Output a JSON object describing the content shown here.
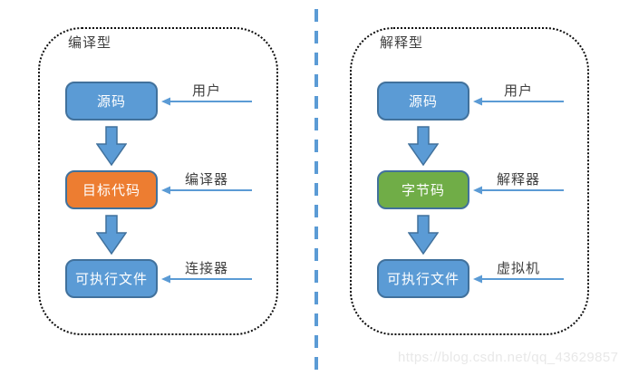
{
  "watermark": "https://blog.csdn.net/qq_43629857",
  "colors": {
    "node_blue": "#5B9BD5",
    "node_orange": "#ED7D31",
    "node_green": "#70AD47",
    "node_border": "#41719C",
    "arrow_blue": "#5B9BD5",
    "divider_blue": "#5B9BD5",
    "panel_border": "#0d0d0d",
    "label_text": "#3f3f3f",
    "watermark_gray": "#e8e8e8"
  },
  "icons": {
    "down_arrow": "block-arrow-down",
    "input_arrow": "arrow-left"
  },
  "diagrams": [
    {
      "id": "compiled",
      "title": "编译型",
      "steps": [
        {
          "box": "源码",
          "box_color": "#5B9BD5",
          "input_label": "用户"
        },
        {
          "box": "目标代码",
          "box_color": "#ED7D31",
          "input_label": "编译器"
        },
        {
          "box": "可执行文件",
          "box_color": "#5B9BD5",
          "input_label": "连接器"
        }
      ]
    },
    {
      "id": "interpreted",
      "title": "解释型",
      "steps": [
        {
          "box": "源码",
          "box_color": "#5B9BD5",
          "input_label": "用户"
        },
        {
          "box": "字节码",
          "box_color": "#70AD47",
          "input_label": "解释器"
        },
        {
          "box": "可执行文件",
          "box_color": "#5B9BD5",
          "input_label": "虚拟机"
        }
      ]
    }
  ]
}
